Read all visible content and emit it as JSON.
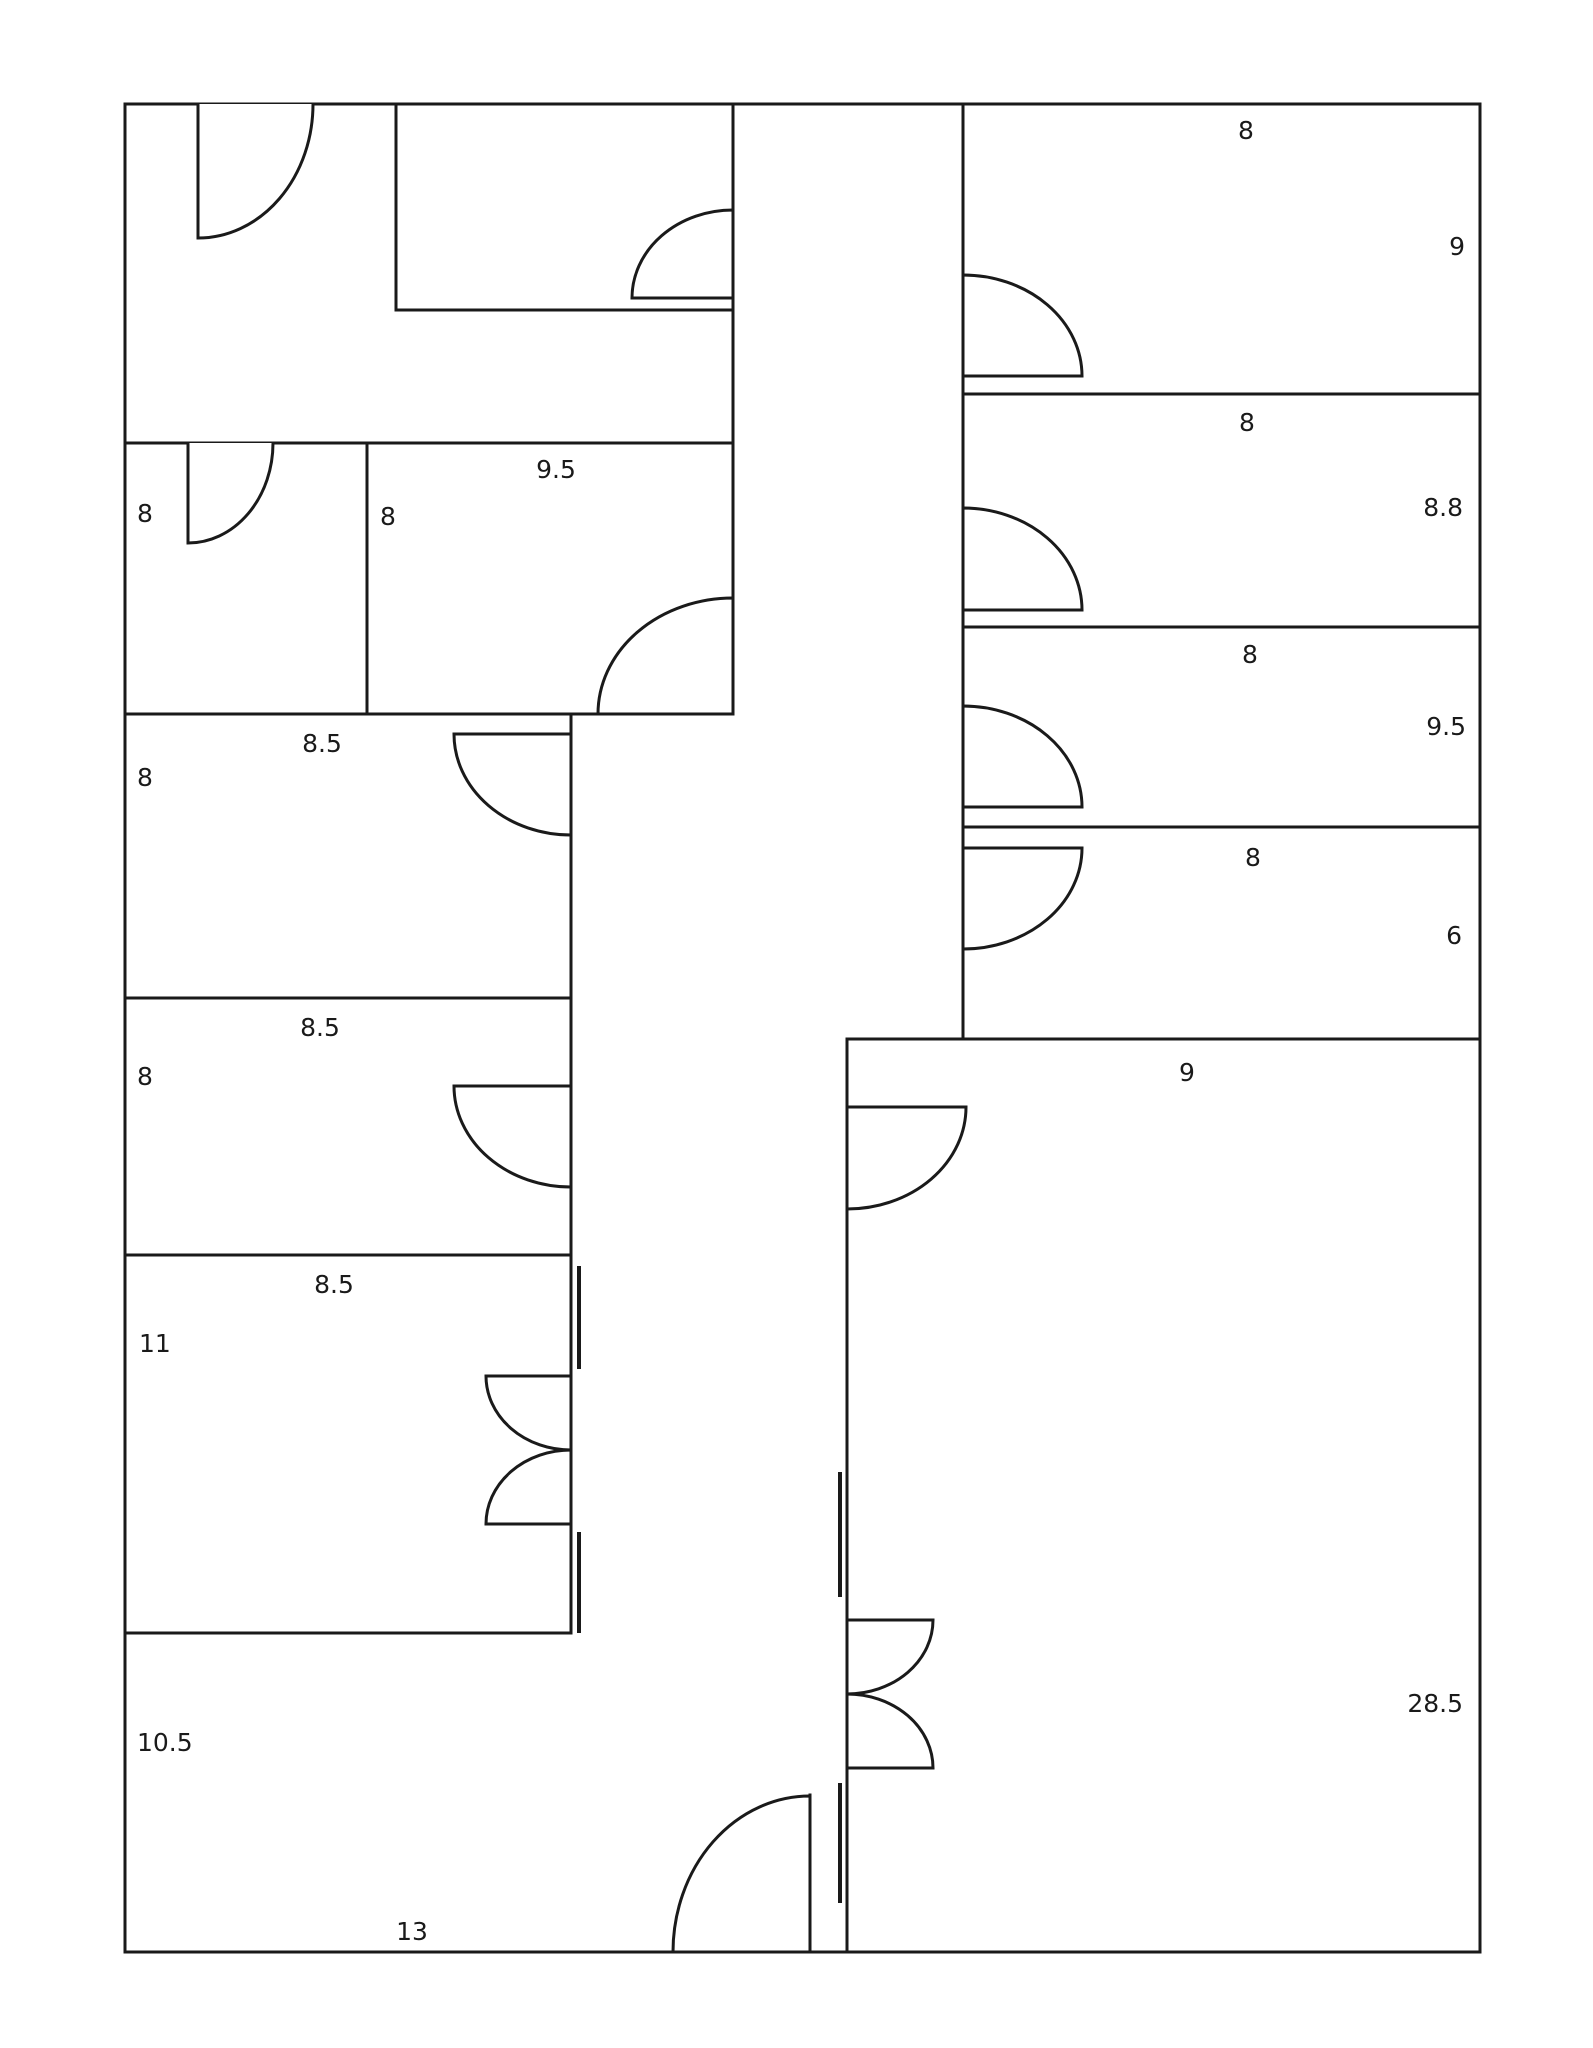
{
  "floor_plan": {
    "room_dimensions": [
      {
        "id": "r-top-right-1-width",
        "text": "8"
      },
      {
        "id": "r-top-right-1-depth",
        "text": "9"
      },
      {
        "id": "r-right-2-width",
        "text": "8"
      },
      {
        "id": "r-right-2-depth",
        "text": "8.8"
      },
      {
        "id": "r-right-3-width",
        "text": "8"
      },
      {
        "id": "r-right-3-depth",
        "text": "9.5"
      },
      {
        "id": "r-right-4-width",
        "text": "8"
      },
      {
        "id": "r-right-4-depth",
        "text": "6"
      },
      {
        "id": "r-left-small-depth",
        "text": "8"
      },
      {
        "id": "r-left-mid-depth",
        "text": "8"
      },
      {
        "id": "r-left-mid-width",
        "text": "9.5"
      },
      {
        "id": "r-left-3-width",
        "text": "8.5"
      },
      {
        "id": "r-left-3-depth",
        "text": "8"
      },
      {
        "id": "r-left-4-width",
        "text": "8.5"
      },
      {
        "id": "r-left-4-depth",
        "text": "8"
      },
      {
        "id": "r-left-5-width",
        "text": "8.5"
      },
      {
        "id": "r-left-5-depth",
        "text": "11"
      },
      {
        "id": "r-large-width",
        "text": "9"
      },
      {
        "id": "r-large-depth",
        "text": "28.5"
      },
      {
        "id": "r-bottom-left-depth",
        "text": "10.5"
      },
      {
        "id": "r-bottom-left-width",
        "text": "13"
      }
    ]
  }
}
